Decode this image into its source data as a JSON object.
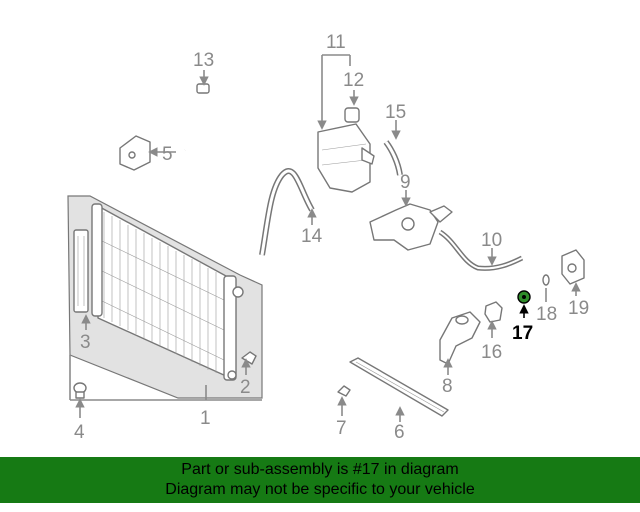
{
  "highlight_color": "#167a14",
  "callouts": {
    "c1": "1",
    "c2": "2",
    "c3": "3",
    "c4": "4",
    "c5": "5",
    "c6": "6",
    "c7": "7",
    "c8": "8",
    "c9": "9",
    "c10": "10",
    "c11": "11",
    "c12": "12",
    "c13": "13",
    "c14": "14",
    "c15": "15",
    "c16": "16",
    "c17": "17",
    "c18": "18",
    "c19": "19"
  },
  "highlighted_part": "17",
  "banner": {
    "line1": "Part or sub-assembly is #17 in diagram",
    "line2": "Diagram may not be specific to your vehicle"
  }
}
